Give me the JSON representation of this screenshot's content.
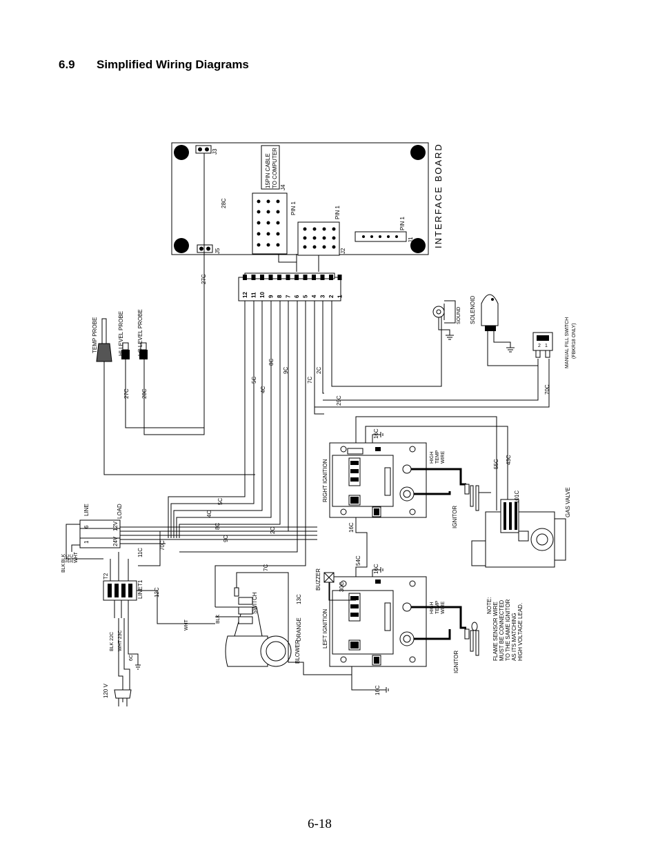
{
  "heading": {
    "number": "6.9",
    "title": "Simplified Wiring Diagrams"
  },
  "page_number": "6-18",
  "board": {
    "title": "INTERFACE BOARD",
    "cable": [
      "15PIN CABLE",
      "TO COMPUTER"
    ],
    "j4": "J4",
    "j3": "J3",
    "j5": "J5",
    "j2": "J2",
    "j1": "J1",
    "pin1": "PIN 1"
  },
  "connector_pins": [
    "12",
    "11",
    "10",
    "9",
    "8",
    "7",
    "6",
    "5",
    "4",
    "3",
    "2",
    "1"
  ],
  "components": {
    "temp_probe": "TEMP PROBE",
    "hi_level_probe": "HI LEVEL PROBE",
    "lo_level_probe": "LO LEVEL PROBE",
    "sound": "SOUND",
    "solenoid": "SOLENOID",
    "manual_fill_switch": "MANUAL FILL SWITCH",
    "manual_fill_note": "(FBKR18 ONLY)",
    "right_ignition": "RIGHT IGNITION",
    "left_ignition": "LEFT IGNITION",
    "high_temp_wire": [
      "HIGH",
      "TEMP",
      "WIRE"
    ],
    "ignitor": "IGNITOR",
    "gas_valve": "GAS VALVE",
    "buzzer": "BUZZER",
    "blower": "BLOWER",
    "switch": "SWITCH",
    "transformer_line": "LINE",
    "transformer_load": "LOAD",
    "v24": "24V",
    "v12": "12V",
    "t1": "T1",
    "t2": "T2",
    "line": "LINE",
    "power": "120 V",
    "note": [
      "NOTE:",
      "FLAME SENSOR WIRE",
      "MUST BE CONNECTED",
      "TO THE SAME IGNITOR",
      "AS ITS MATCHING",
      "HIGH VOLTAGE LEAD."
    ]
  },
  "wire_labels": {
    "c28a": "28C",
    "c27a": "27C",
    "c27b": "27C",
    "c28b": "28C",
    "c5a": "5C",
    "c4a": "4C",
    "c8a": "8C",
    "c9a": "9C",
    "c7a": "7C",
    "c2a": "2C",
    "c29": "29C",
    "c70a": "70C",
    "c16a": "16C",
    "c55": "55C",
    "c43": "43C",
    "c101": "101C",
    "c5b": "5C",
    "c4b": "4C",
    "c8b": "8C",
    "c9b": "9C",
    "c2b": "2C",
    "c70b": "70C",
    "c11": "11C",
    "c7b": "7C",
    "c12": "12C",
    "c13": "13C",
    "c16b": "16C",
    "c54": "54C",
    "c30": "30C",
    "c16c": "16C",
    "c16d": "16C",
    "c6": "6C",
    "blk": "BLK",
    "wht": "WHT",
    "blk_sw": "BLK",
    "orange": "ORANGE",
    "blk22": "BLK 22C",
    "wht23": "WHT 23C",
    "blk_l": "BLK",
    "c32": "32C",
    "c31": "31C",
    "wht_l": "WHT",
    "n6": "6",
    "n1": "1"
  }
}
